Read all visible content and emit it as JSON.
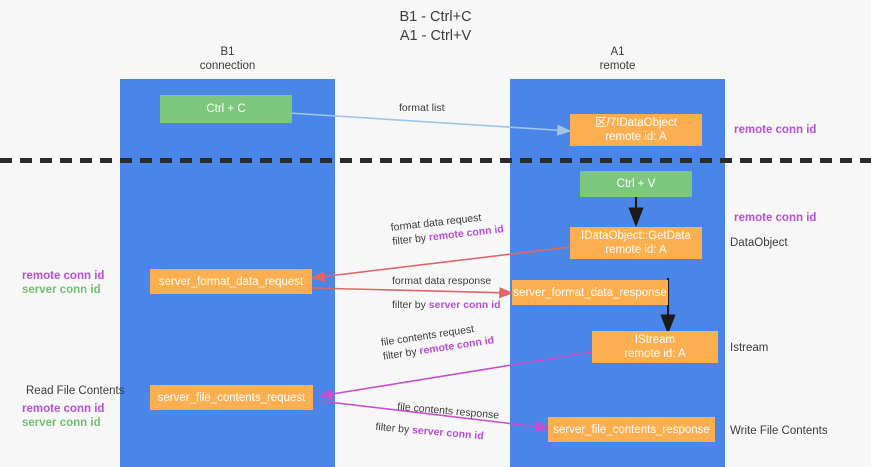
{
  "title": {
    "line1": "B1 - Ctrl+C",
    "line2": "A1 - Ctrl+V"
  },
  "lanes": {
    "left": {
      "name": "B1",
      "role": "connection"
    },
    "right": {
      "name": "A1",
      "role": "remote"
    }
  },
  "colors": {
    "lane": "#4a86e8",
    "green_node": "#7ec87e",
    "orange_node": "#fbaf50",
    "purple_text": "#b84fd6",
    "green_text": "#73c073",
    "background": "#f7f7f7",
    "divider": "#2b2b2b",
    "arrow_blue": "#9fc5e8",
    "arrow_red": "#e06666",
    "arrow_black": "#1a1a1a",
    "arrow_magenta": "#c64fd0"
  },
  "nodes": {
    "ctrl_c": {
      "label": "Ctrl + C"
    },
    "ctrl_v": {
      "label": "Ctrl + V"
    },
    "dataobject_top": {
      "line1": "区/7IDataObject",
      "line2": "remote id: A"
    },
    "getdata": {
      "line1": "IDataObject::GetData",
      "line2": "remote id: A"
    },
    "istream": {
      "line1": "IStream",
      "line2": "remote id: A"
    },
    "server_format_data_request": {
      "label": "server_format_data_request"
    },
    "server_format_data_response": {
      "label": "server_format_data_response"
    },
    "server_file_contents_request": {
      "label": "server_file_contents_request"
    },
    "server_file_contents_response": {
      "label": "server_file_contents_response"
    }
  },
  "edges": {
    "format_list": {
      "label": "format list"
    },
    "format_data_request": {
      "line1": "format data request",
      "prefix": "filter by ",
      "key": "remote conn id"
    },
    "format_data_response": {
      "line1": "format data response",
      "prefix": "filter by ",
      "key": "server conn id"
    },
    "file_contents_request": {
      "line1": "file contents request",
      "prefix": "filter by ",
      "key": "remote conn id"
    },
    "file_contents_response": {
      "line1": "file contents response",
      "prefix": "filter by ",
      "key": "server conn id"
    }
  },
  "annotations": {
    "right_remote_conn_top": "remote conn id",
    "right_remote_conn_mid": "remote conn id",
    "right_dataobject": "DataObject",
    "right_istream": "Istream",
    "right_write_file_contents": "Write File Contents",
    "left_remote_conn_id_1": "remote conn id",
    "left_server_conn_id_1": "server conn id",
    "left_read_file_contents": "Read File Contents",
    "left_remote_conn_id_2": "remote conn id",
    "left_server_conn_id_2": "server conn id"
  }
}
